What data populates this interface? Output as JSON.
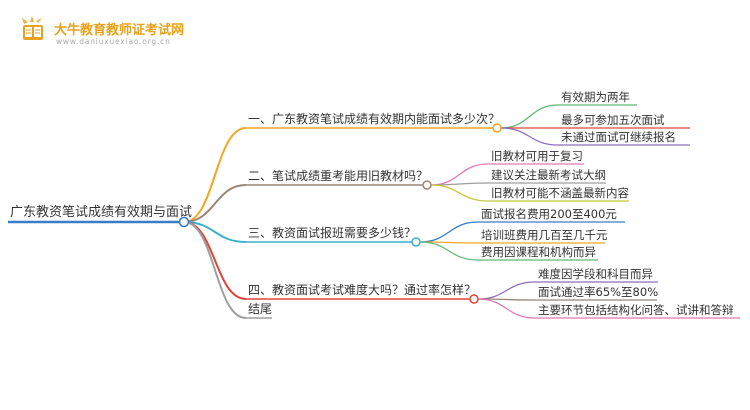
{
  "header": {
    "site_name": "大牛教育教师证考试网",
    "site_url": "www.daniuxuexiao.org.cn"
  },
  "mindmap": {
    "root": "广东教资笔试成绩有效期与面试",
    "branches": [
      {
        "label": "一、广东教资笔试成绩有效期内能面试多少次？",
        "color": "#f5a623",
        "children": [
          {
            "label": "有效期为两年",
            "color": "#5fb878"
          },
          {
            "label": "最多可参加五次面试",
            "color": "#e0453a"
          },
          {
            "label": "未通过面试可继续报名",
            "color": "#8e6fc0"
          }
        ]
      },
      {
        "label": "二、笔试成绩重考能用旧教材吗？",
        "color": "#9b8575",
        "children": [
          {
            "label": "旧教材可用于复习",
            "color": "#e07ab0"
          },
          {
            "label": "建议关注最新考试大纲",
            "color": "#9e9e9e"
          },
          {
            "label": "旧教材可能不涵盖最新内容",
            "color": "#c8c83c"
          }
        ]
      },
      {
        "label": "三、教资面试报班需要多少钱？",
        "color": "#3bb0c9",
        "children": [
          {
            "label": "面试报名费用200至400元",
            "color": "#3a7cc8"
          },
          {
            "label": "培训班费用几百至几千元",
            "color": "#f5a623"
          },
          {
            "label": "费用因课程和机构而异",
            "color": "#5fb878"
          }
        ]
      },
      {
        "label": "四、教资面试考试难度大吗？通过率怎样？",
        "color": "#e0453a",
        "children": [
          {
            "label": "难度因学段和科目而异",
            "color": "#8e6fc0"
          },
          {
            "label": "面试通过率65%至80%",
            "color": "#9b8575"
          },
          {
            "label": "主要环节包括结构化问答、试讲和答辩",
            "color": "#e07ab0"
          }
        ]
      },
      {
        "label": "结尾",
        "color": "#9e9e9e",
        "children": []
      }
    ]
  }
}
